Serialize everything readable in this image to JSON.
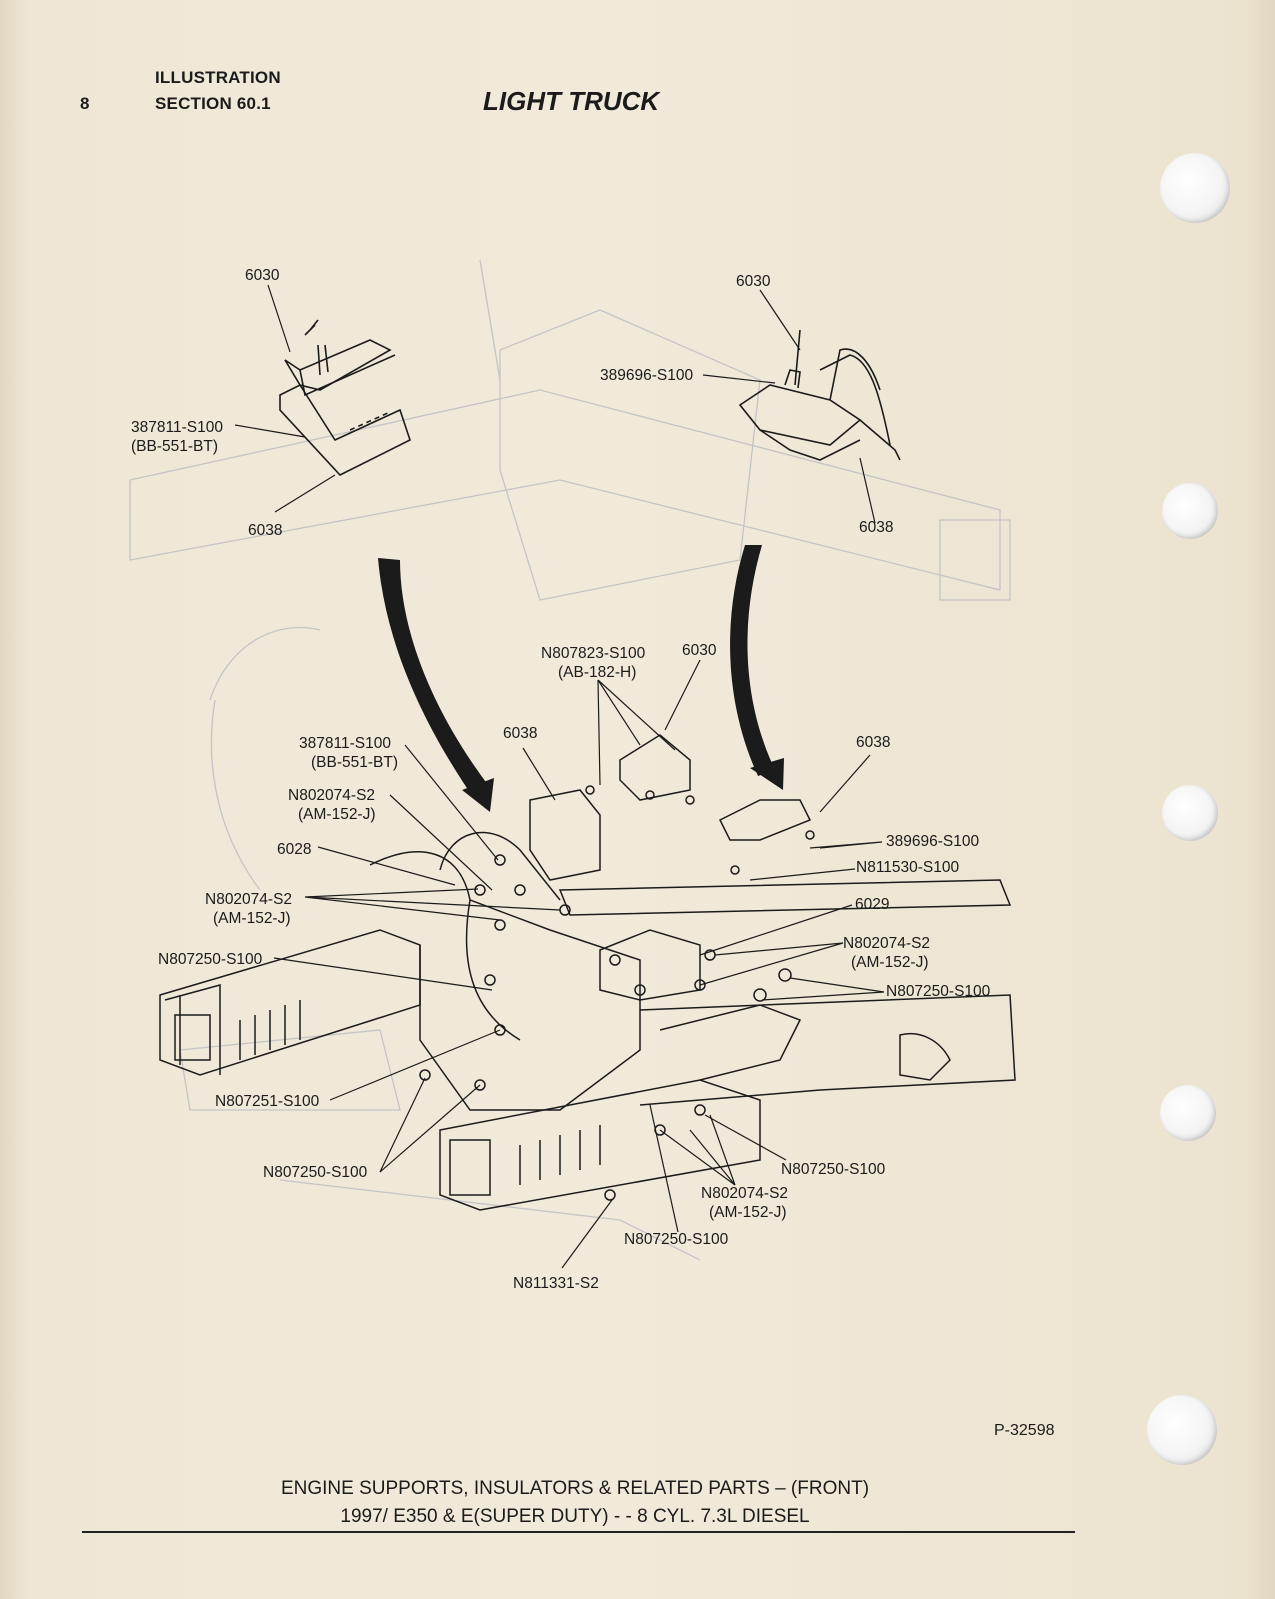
{
  "header": {
    "page_number": "8",
    "illustration_label": "ILLUSTRATION",
    "section_label": "SECTION 60.1",
    "title": "LIGHT TRUCK"
  },
  "callouts": [
    {
      "id": "tl-6030",
      "text": [
        "6030"
      ]
    },
    {
      "id": "tl-387811",
      "text": [
        "387811-S100",
        "(BB-551-BT)"
      ]
    },
    {
      "id": "tl-6038",
      "text": [
        "6038"
      ]
    },
    {
      "id": "tr-6030",
      "text": [
        "6030"
      ]
    },
    {
      "id": "tr-389696",
      "text": [
        "389696-S100"
      ]
    },
    {
      "id": "tr-6038",
      "text": [
        "6038"
      ]
    },
    {
      "id": "m-n807823",
      "text": [
        "N807823-S100",
        "(AB-182-H)"
      ]
    },
    {
      "id": "m-6030",
      "text": [
        "6030"
      ]
    },
    {
      "id": "m-387811",
      "text": [
        "387811-S100",
        "(BB-551-BT)"
      ]
    },
    {
      "id": "m-6038-left",
      "text": [
        "6038"
      ]
    },
    {
      "id": "m-6038-right",
      "text": [
        "6038"
      ]
    },
    {
      "id": "m-n802074-a",
      "text": [
        "N802074-S2",
        "(AM-152-J)"
      ]
    },
    {
      "id": "m-6028",
      "text": [
        "6028"
      ]
    },
    {
      "id": "m-389696",
      "text": [
        "389696-S100"
      ]
    },
    {
      "id": "m-n811530",
      "text": [
        "N811530-S100"
      ]
    },
    {
      "id": "m-n802074-b",
      "text": [
        "N802074-S2",
        "(AM-152-J)"
      ]
    },
    {
      "id": "m-6029",
      "text": [
        "6029"
      ]
    },
    {
      "id": "m-n802074-c",
      "text": [
        "N802074-S2",
        "(AM-152-J)"
      ]
    },
    {
      "id": "m-n807250-a",
      "text": [
        "N807250-S100"
      ]
    },
    {
      "id": "m-n807250-b",
      "text": [
        "N807250-S100"
      ]
    },
    {
      "id": "m-n807251",
      "text": [
        "N807251-S100"
      ]
    },
    {
      "id": "m-n807250-c",
      "text": [
        "N807250-S100"
      ]
    },
    {
      "id": "m-n807250-d",
      "text": [
        "N807250-S100"
      ]
    },
    {
      "id": "m-n802074-d",
      "text": [
        "N802074-S2",
        "(AM-152-J)"
      ]
    },
    {
      "id": "m-n807250-e",
      "text": [
        "N807250-S100"
      ]
    },
    {
      "id": "m-n811331",
      "text": [
        "N811331-S2"
      ]
    }
  ],
  "figure_ref": "P-32598",
  "caption": {
    "line1": "ENGINE SUPPORTS, INSULATORS & RELATED PARTS – (FRONT)",
    "line2": "1997/ E350 & E(SUPER DUTY) - - 8 CYL. 7.3L DIESEL"
  },
  "colors": {
    "paper": "#efe7d6",
    "ink": "#1b1b1b",
    "bleed_through": "#b9bcc2"
  }
}
